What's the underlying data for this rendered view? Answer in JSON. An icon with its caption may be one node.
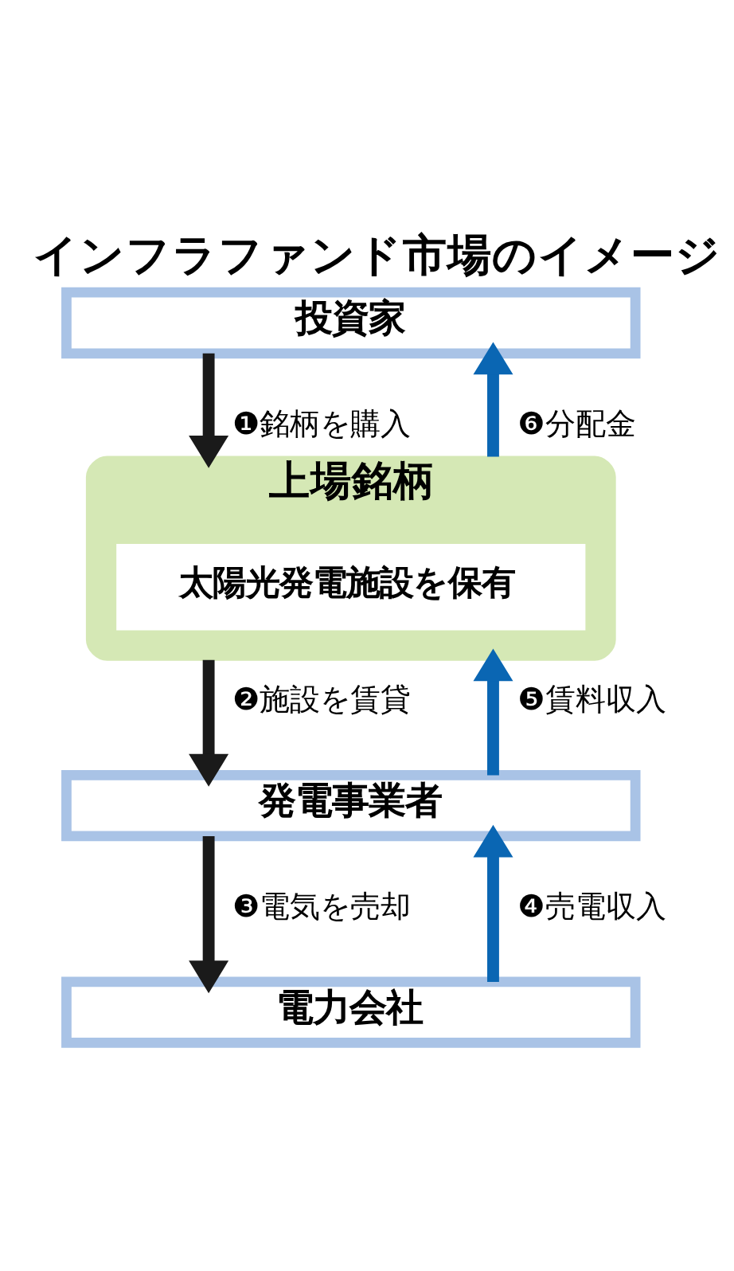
{
  "diagram": {
    "title": "インフラファンド市場のイメージ",
    "nodes": [
      {
        "text": [
          "投資家"
        ]
      },
      {
        "text": [
          "上場銘柄"
        ]
      },
      {
        "text": [
          "太陽光発電施設を保有"
        ],
        "in": 1
      },
      {
        "text": [
          "発電事業者"
        ]
      },
      {
        "text": [
          "電力会社"
        ]
      }
    ],
    "edges": [
      {
        "from": 0,
        "to": 1,
        "arrow": "to",
        "label": "❶銘柄を購入"
      },
      {
        "from": 1,
        "to": 0,
        "arrow": "to",
        "label": "❻分配金",
        "color": "#0a66b3"
      },
      {
        "from": 1,
        "to": 3,
        "arrow": "to",
        "label": "❷施設を賃貸"
      },
      {
        "from": 3,
        "to": 1,
        "arrow": "to",
        "label": "❺賃料収入",
        "color": "#0a66b3"
      },
      {
        "from": 3,
        "to": 4,
        "arrow": "to",
        "label": "❸電気を売却"
      },
      {
        "from": 4,
        "to": 3,
        "arrow": "to",
        "label": "❹売電収入",
        "color": "#0a66b3"
      }
    ]
  }
}
